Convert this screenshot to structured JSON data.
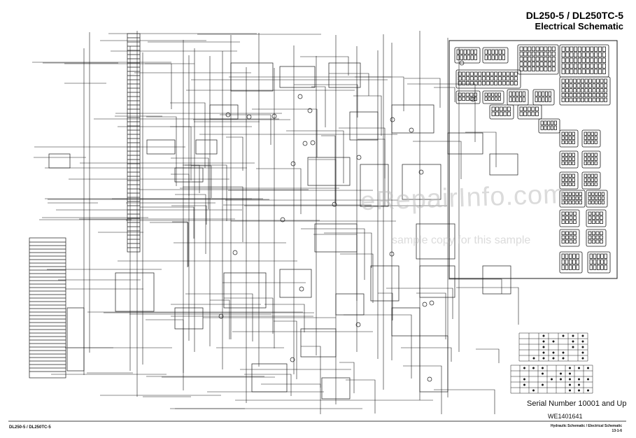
{
  "header": {
    "title_line1": "DL250-5 / DL250TC-5",
    "title_line2": "Electrical Schematic"
  },
  "info": {
    "serial": "Serial Number 10001 and Up",
    "doc_code": "WE1401641"
  },
  "footer": {
    "left": "DL250-5 / DL250TC-5",
    "right_line1": "Hydraulic Schematic / Electrical Schematic",
    "right_line2": "13-1-6"
  },
  "watermark": {
    "line1": "eRepairInfo.com",
    "line2": "sample copy for this sample"
  },
  "colors": {
    "wire": "#1a1a1a",
    "frame": "#000000",
    "watermark": "#bebebe"
  }
}
